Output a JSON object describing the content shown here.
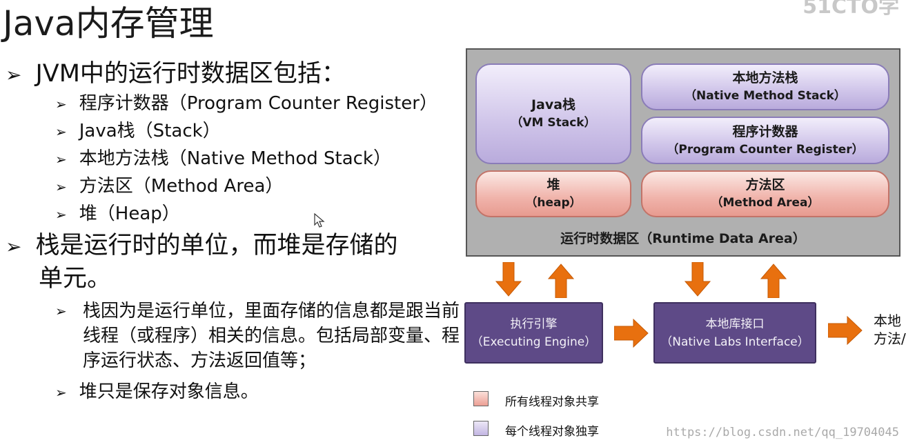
{
  "title": "Java内存管理",
  "brand": "51CTO学",
  "bullets": {
    "main1": "JVM中的运行时数据区包括：",
    "sub1": [
      "程序计数器（Program Counter Register）",
      "Java栈（Stack）",
      "本地方法栈（Native Method Stack）",
      "方法区（Method Area）",
      "堆（Heap）"
    ],
    "main2_line1": "栈是运行时的单位，而堆是存储的",
    "main2_line2": "单元。",
    "sub2a": "栈因为是运行单位，里面存储的信息都是跟当前线程（或程序）相关的信息。包括局部变量、程序运行状态、方法返回值等；",
    "sub2b": "堆只是保存对象信息。"
  },
  "diagram": {
    "java_stack": {
      "name": "Java栈",
      "en": "（VM Stack）"
    },
    "native_stack": {
      "name": "本地方法栈",
      "en": "（Native Method Stack）"
    },
    "pc_register": {
      "name": "程序计数器",
      "en": "（Program Counter Register）"
    },
    "heap": {
      "name": "堆",
      "en": "（heap）"
    },
    "method_area": {
      "name": "方法区",
      "en": "（Method Area）"
    },
    "runtime_area_label": "运行时数据区（Runtime Data Area）",
    "engine": {
      "name": "执行引擎",
      "en": "（Executing Engine）"
    },
    "native_interface": {
      "name": "本地库接口",
      "en": "（Native Labs Interface）"
    },
    "right_text": [
      "本地",
      "方法/"
    ]
  },
  "legend": {
    "shared": "所有线程对象共享",
    "exclusive": "每个线程对象独享"
  },
  "colors": {
    "thread_shared": "#f0b3aa",
    "thread_exclusive": "#cfc4e9",
    "engine": "#5e4a87",
    "arrow": "#e8700f"
  },
  "watermark": "https://blog.csdn.net/qq_19704045"
}
